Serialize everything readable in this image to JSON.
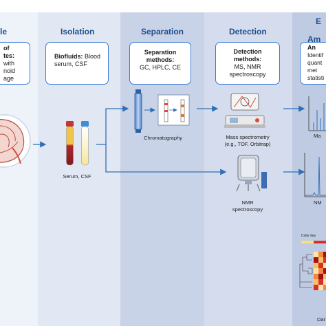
{
  "stages": [
    {
      "title": "le",
      "box_bold": "of\ntes:",
      "box_text": "with\nnoid\nage"
    },
    {
      "title": "Isolation",
      "box_bold": "Biofluids:",
      "box_text": " Blood\nserum, CSF"
    },
    {
      "title": "Separation",
      "box_bold": "Separation\nmethods:",
      "box_text": "GC, HPLC, CE"
    },
    {
      "title": "Detection",
      "box_bold": "Detection\nmethods:",
      "box_text": "MS, NMR\nspectroscopy"
    },
    {
      "title": "Am",
      "box_bold": "An",
      "box_text": "Identif\nquant\nmet\nstatisti"
    }
  ],
  "top_letter": "E",
  "captions": {
    "sample": "Serum, CSF",
    "chromatography": "Chromatography",
    "mass_spec": "Mass spectrometry\n(e.g., TOF, Orbitrap)",
    "nmr": "NMR\nspectroscopy",
    "ma": "Ma",
    "nm": "NM",
    "dat": "Dat",
    "heatmap_label": "Color key"
  },
  "colors": {
    "panel_1": "#eef2f9",
    "panel_2": "#e2e8f3",
    "panel_3": "#c9d3e8",
    "panel_4": "#d5dced",
    "panel_5": "#bfcbe3",
    "title": "#1f4f8f",
    "box_border": "#3a7bd5",
    "arrow": "#2e6fb5"
  }
}
